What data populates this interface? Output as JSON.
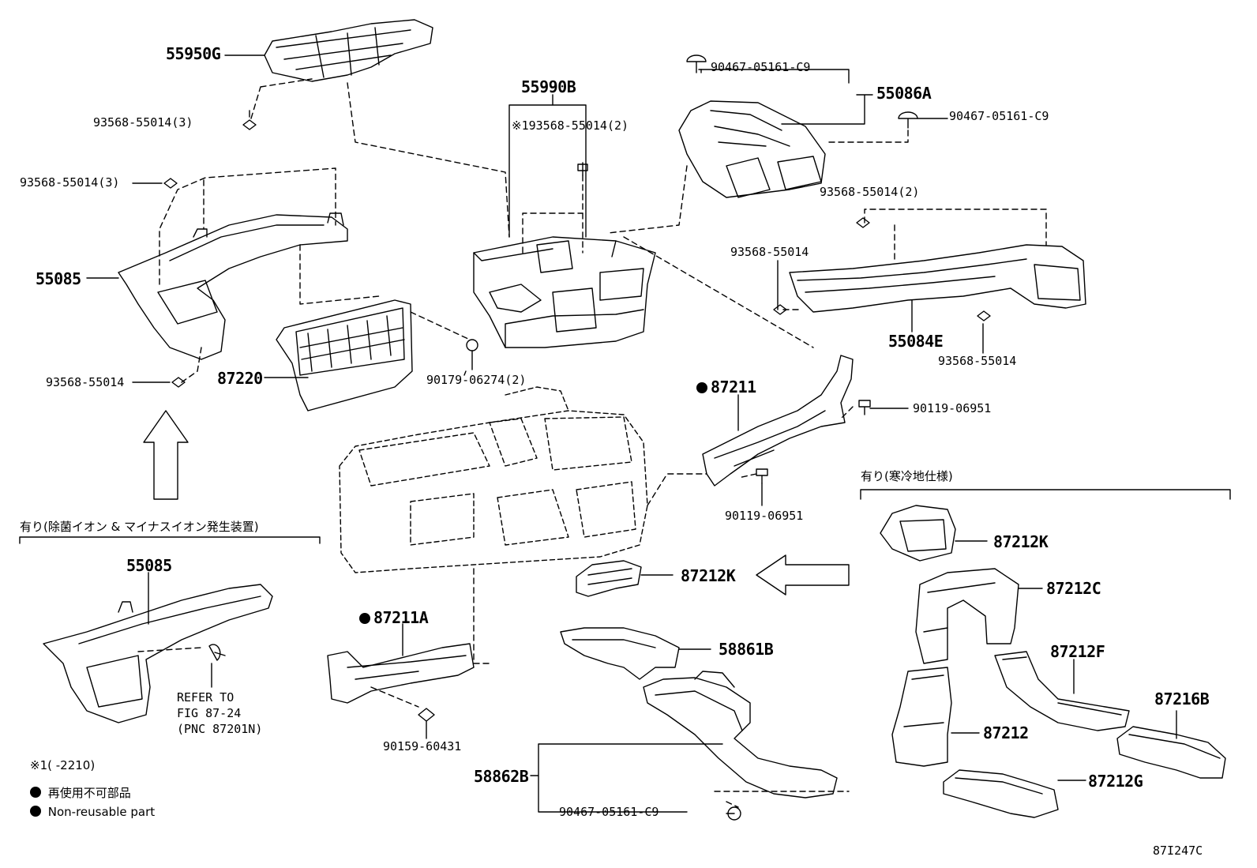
{
  "diagram_code": "87I247C",
  "labels": {
    "l55950g": "55950G",
    "l93568_55014_3a": "93568-55014(3)",
    "l55990b": "55990B",
    "l_x1_193568": "※193568-55014(2)",
    "l90467_top": "90467-05161-C9",
    "l55086a": "55086A",
    "l90467_right": "90467-05161-C9",
    "l93568_55014_3b": "93568-55014(3)",
    "l93568_55014_2": "93568-55014(2)",
    "l55085_top": "55085",
    "l93568_55014_r1": "93568-55014",
    "l55084e": "55084E",
    "l93568_55014_r2": "93568-55014",
    "l93568_55014_left": "93568-55014",
    "l87220": "87220",
    "l90179": "90179-06274(2)",
    "l87211": "87211",
    "l90119_a": "90119-06951",
    "l90119_b": "90119-06951",
    "l87212k_mid": "87212K",
    "l87211a": "87211A",
    "l58861b": "58861B",
    "l55085_bottom": "55085",
    "l90159": "90159-60431",
    "l58862b": "58862B",
    "l90467_bottom": "90467-05161-C9",
    "l87212k_r": "87212K",
    "l87212c": "87212C",
    "l87212f": "87212F",
    "l87216b": "87216B",
    "l87212": "87212",
    "l87212g": "87212G"
  },
  "groups": {
    "ion_option": "有り(除菌イオン & マイナスイオン発生装置)",
    "cold_option": "有り(寒冷地仕様)"
  },
  "refer": {
    "line1": "REFER TO",
    "line2": "FIG 87-24",
    "line3": "(PNC 87201N)"
  },
  "notes": {
    "x1": "※1(     -2210)",
    "nonreusable_jp": "再使用不可部品",
    "nonreusable_en": "Non-reusable part"
  }
}
